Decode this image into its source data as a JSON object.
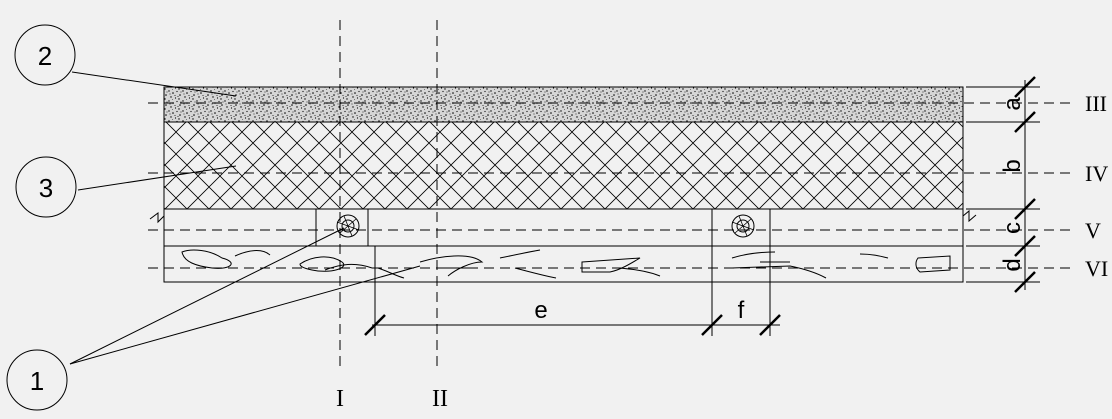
{
  "callouts": {
    "c1": "1",
    "c2": "2",
    "c3": "3"
  },
  "dimensions": {
    "a": "a",
    "b": "b",
    "c": "c",
    "d": "d",
    "e": "e",
    "f": "f"
  },
  "levels": {
    "III": "III",
    "IV": "IV",
    "V": "V",
    "VI": "VI"
  },
  "sections": {
    "I": "I",
    "II": "II"
  },
  "colors": {
    "background": "#f1f1f1",
    "line": "#000000"
  }
}
